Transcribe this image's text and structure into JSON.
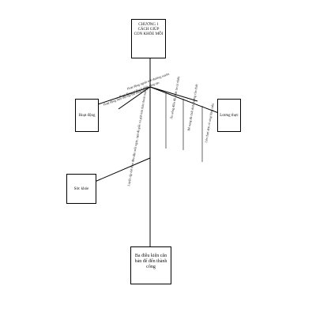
{
  "diagram": {
    "title": "CHƯƠNG 1 CÁCH GIÚP CON KHỎE MỖI",
    "nodes": {
      "hoat_dong": "Hoạt động",
      "luong_thuc": "Lương thực",
      "suc_khoe": "Sức khỏe",
      "goal": "Ba điều kiện căn bản để đến thành công"
    },
    "branch_texts": {
      "hoat_dong_1": "Hoạt động ngoài trời thường xuyên",
      "hoat_dong_2": "Hoạt động tự do cá nhân sáng tạo",
      "hoat_dong_3": "Hoạt động theo đội/tập thể hằng ngày",
      "luong_thuc_1": "Ăn uống điều độ, thức ăn tự nhiên",
      "luong_thuc_2": "Bổ sung đủ chất dinh dưỡng cần thiết",
      "luong_thuc_3": "Lên thực đơn rõ ràng hằng tuần",
      "suc_khoe_1": "Luyện tập thể thao đều đặn mỗi ngày, ngủ đủ giấc và giữ tinh thần thoải mái"
    }
  }
}
